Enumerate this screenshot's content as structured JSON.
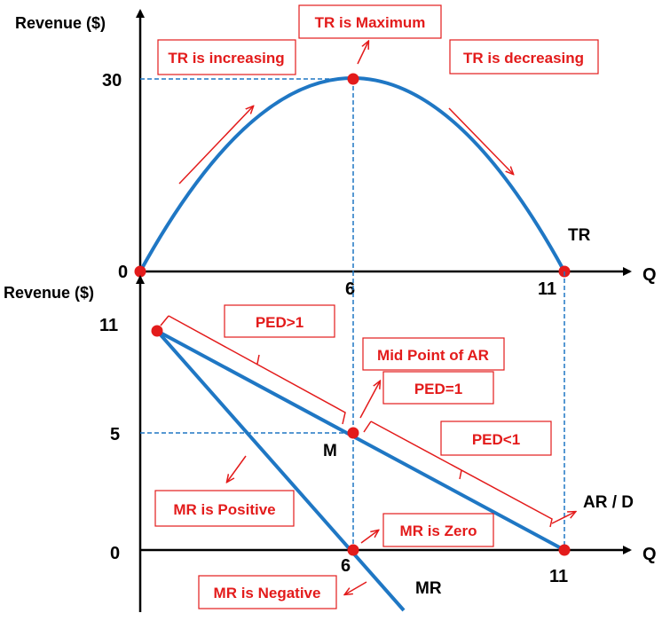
{
  "colors": {
    "curve": "#1f77c4",
    "annotation": "#e31b1b",
    "axis": "#000000",
    "guide": "#1f77c4",
    "point": "#e31b1b"
  },
  "top_panel": {
    "y_axis_label": "Revenue ($)",
    "x_axis_label": "Q",
    "y_ticks": {
      "max": "30",
      "zero": "0"
    },
    "x_ticks": {
      "mid": "6",
      "end": "11"
    },
    "curve_label": "TR",
    "boxes": {
      "increasing": "TR is increasing",
      "maximum": "TR is Maximum",
      "decreasing": "TR is decreasing"
    }
  },
  "bottom_panel": {
    "y_axis_label": "Revenue ($)",
    "x_axis_label": "Q",
    "y_ticks": {
      "max": "11",
      "mid": "5",
      "zero": "0"
    },
    "x_ticks": {
      "mid": "6",
      "end": "11"
    },
    "point_label": "M",
    "ar_label": "AR / D",
    "mr_label": "MR",
    "boxes": {
      "ped_gt1": "PED>1",
      "midpoint": "Mid Point of AR",
      "ped_eq1": "PED=1",
      "ped_lt1": "PED<1",
      "mr_positive": "MR is Positive",
      "mr_zero": "MR is Zero",
      "mr_negative": "MR is Negative"
    }
  }
}
